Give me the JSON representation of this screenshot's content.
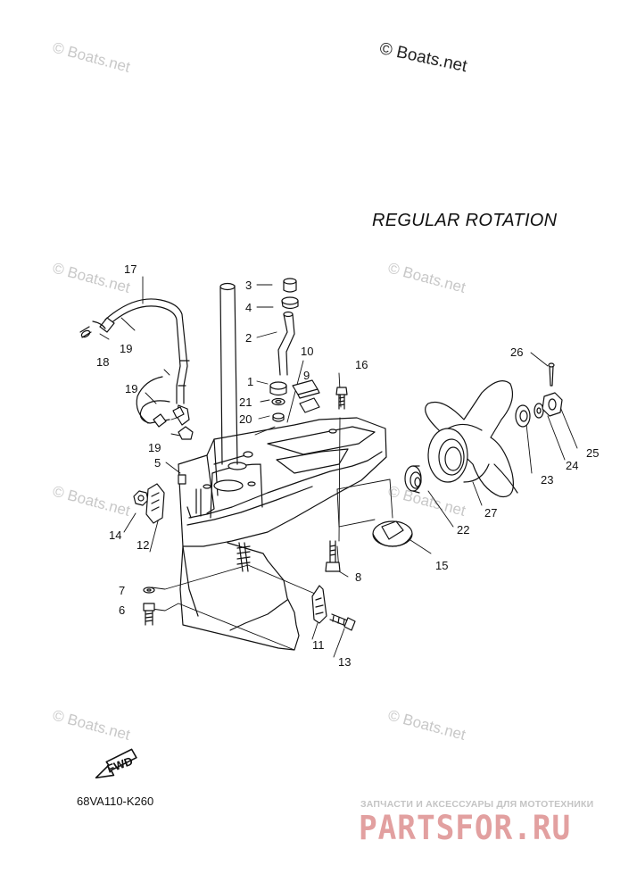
{
  "watermark_text": "© Boats.net",
  "copyright": "© Boats.net",
  "rotation_label": "REGULAR ROTATION",
  "fwd_label": "FWD",
  "diagram_code": "68VA110-K260",
  "logo": {
    "tagline": "ЗАПЧАСТИ И АКСЕССУАРЫ ДЛЯ МОТОТЕХНИКИ",
    "brand": "PARTSFOR.RU",
    "color": "#e2a0a0"
  },
  "callouts": {
    "n1": "1",
    "n2": "2",
    "n3": "3",
    "n4": "4",
    "n5": "5",
    "n6": "6",
    "n7": "7",
    "n8": "8",
    "n9": "9",
    "n10": "10",
    "n11": "11",
    "n12": "12",
    "n13": "13",
    "n14": "14",
    "n15": "15",
    "n16": "16",
    "n17": "17",
    "n18": "18",
    "n19": "19",
    "n20": "20",
    "n21": "21",
    "n22": "22",
    "n23": "23",
    "n24": "24",
    "n25": "25",
    "n26": "26",
    "n27": "27"
  }
}
